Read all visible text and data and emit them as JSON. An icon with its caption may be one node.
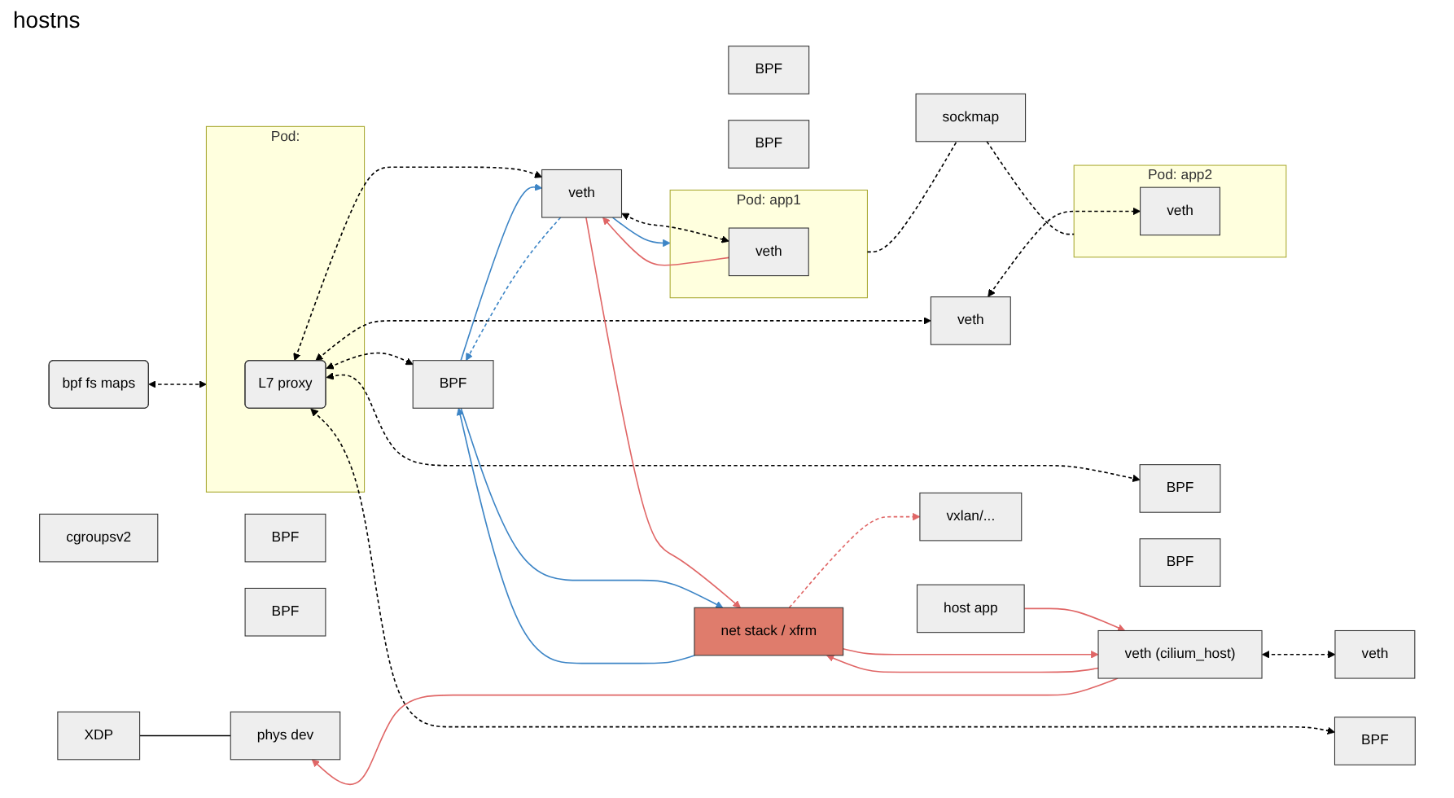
{
  "diagram": {
    "nodes": [
      {
        "text": [
          "vxlan/..."
        ]
      },
      {
        "text": [
          "BPF"
        ]
      },
      {
        "text": [
          "cgroupsv2"
        ]
      },
      {
        "text": [
          "BPF"
        ]
      },
      {
        "text": [
          "XDP"
        ]
      },
      {
        "text": [
          "BPF"
        ]
      },
      {
        "text": [
          "phys dev"
        ]
      },
      {
        "text": [
          "BPF"
        ]
      },
      {
        "text": [
          "veth"
        ]
      },
      {
        "text": [
          "BPF"
        ]
      },
      {
        "text": [
          "Pod: app1"
        ]
      },
      {
        "text": [
          "veth"
        ],
        "in": 10
      },
      {
        "text": [
          "sockmap"
        ]
      },
      {
        "text": [
          "BPF"
        ]
      },
      {
        "text": [
          "Pod: app2"
        ]
      },
      {
        "text": [
          "veth"
        ],
        "in": 14
      },
      {
        "text": [
          "veth"
        ]
      },
      {
        "text": [
          "BPF"
        ]
      },
      {
        "text": [
          "net stack / xfrm"
        ]
      },
      {
        "text": [
          "veth (cilium_host)"
        ]
      },
      {
        "text": [
          "veth"
        ]
      },
      {
        "text": [
          "BPF"
        ]
      },
      {
        "text": [
          "bpf fs maps"
        ]
      },
      {
        "text": [
          "Pod:"
        ]
      },
      {
        "text": [
          "L7 proxy"
        ],
        "in": 23
      },
      {
        "text": [
          "host app"
        ]
      }
    ],
    "edges": [
      {
        "from": 4,
        "to": 6,
        "arrow": "none"
      },
      {
        "from": 24,
        "to": 1,
        "arrow": "both",
        "style": "dashed"
      },
      {
        "from": 24,
        "to": 7,
        "arrow": "both",
        "style": "dashed"
      },
      {
        "from": 24,
        "to": 8,
        "arrow": "both",
        "style": "dashed"
      },
      {
        "from": 24,
        "to": 16,
        "arrow": "both",
        "style": "dashed"
      },
      {
        "from": 24,
        "to": 21,
        "arrow": "both",
        "style": "dashed"
      },
      {
        "from": 8,
        "to": 11,
        "arrow": "both",
        "style": "dashed"
      },
      {
        "from": 16,
        "to": 15,
        "arrow": "both",
        "style": "dashed"
      },
      {
        "from": 10,
        "to": 12,
        "arrow": "none",
        "style": "dashed"
      },
      {
        "from": 12,
        "to": 14,
        "arrow": "none",
        "style": "dashed"
      },
      {
        "from": 19,
        "to": 20,
        "arrow": "both",
        "style": "dashed"
      },
      {
        "from": 22,
        "to": 23,
        "arrow": "both",
        "style": "dashed"
      },
      {
        "from": 25,
        "to": 19,
        "arrow": "to",
        "color": "#e06666"
      },
      {
        "from": 19,
        "to": 18,
        "arrow": "to",
        "color": "#e06666"
      },
      {
        "from": 18,
        "to": 19,
        "arrow": "to",
        "color": "#e06666"
      },
      {
        "from": 19,
        "to": 6,
        "arrow": "to",
        "color": "#e06666"
      },
      {
        "from": 18,
        "to": 0,
        "arrow": "to",
        "style": "dashed",
        "color": "#e06666"
      },
      {
        "from": 8,
        "to": 18,
        "arrow": "to",
        "color": "#e06666"
      },
      {
        "from": 11,
        "to": 8,
        "arrow": "to",
        "color": "#e06666"
      },
      {
        "from": 7,
        "to": 18,
        "arrow": "to",
        "color": "#3d85c6"
      },
      {
        "from": 18,
        "to": 7,
        "arrow": "to",
        "color": "#3d85c6"
      },
      {
        "from": 7,
        "to": 8,
        "arrow": "to",
        "color": "#3d85c6"
      },
      {
        "from": 8,
        "to": 7,
        "arrow": "to",
        "style": "dashed",
        "color": "#3d85c6"
      },
      {
        "from": 8,
        "to": 10,
        "arrow": "to",
        "color": "#3d85c6"
      }
    ],
    "labels": [
      "hostns"
    ]
  }
}
